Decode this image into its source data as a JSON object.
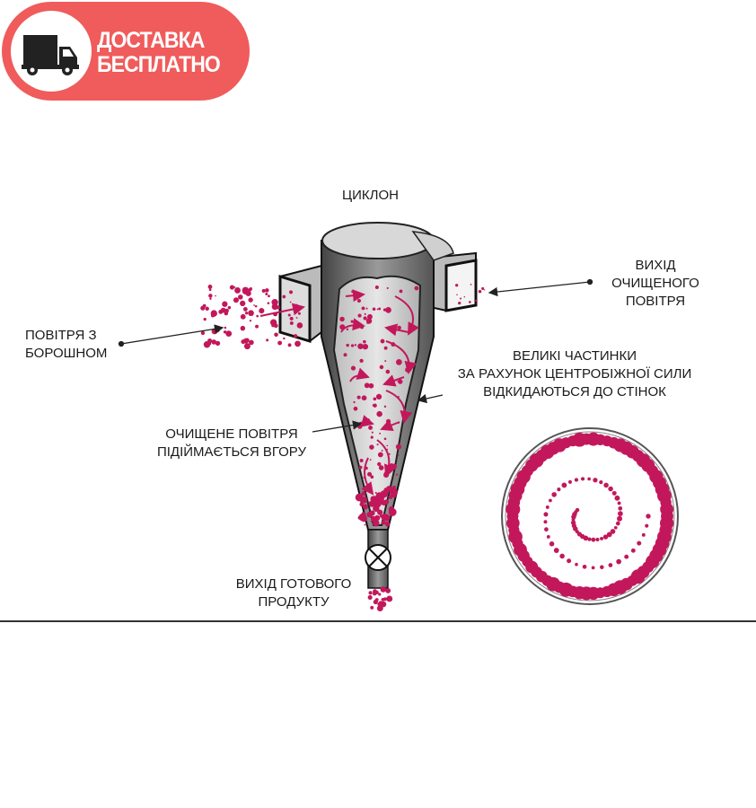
{
  "badge": {
    "line1": "ДОСТАВКА",
    "line2": "БЕСПЛАТНО",
    "icon": "truck-icon",
    "color": "#f05b5b"
  },
  "diagram": {
    "title": "ЦИКЛОН",
    "outlet_air": [
      "ВИХІД",
      "ОЧИЩЕНОГО",
      "ПОВІТРЯ"
    ],
    "inlet": [
      "ПОВІТРЯ З",
      "БОРОШНОМ"
    ],
    "large_particles": [
      "ВЕЛИКІ ЧАСТИНКИ",
      "ЗА РАХУНОК ЦЕНТРОБІЖНОЇ СИЛИ",
      "ВІДКИДАЮТЬСЯ ДО СТІНОК"
    ],
    "clean_air": [
      "ОЧИЩЕНЕ ПОВІТРЯ",
      "ПІДІЙМАЄТЬСЯ ВГОРУ"
    ],
    "product_outlet": [
      "ВИХІД ГОТОВОГО",
      "ПРОДУКТУ"
    ],
    "particle_color": "#c2185b"
  }
}
